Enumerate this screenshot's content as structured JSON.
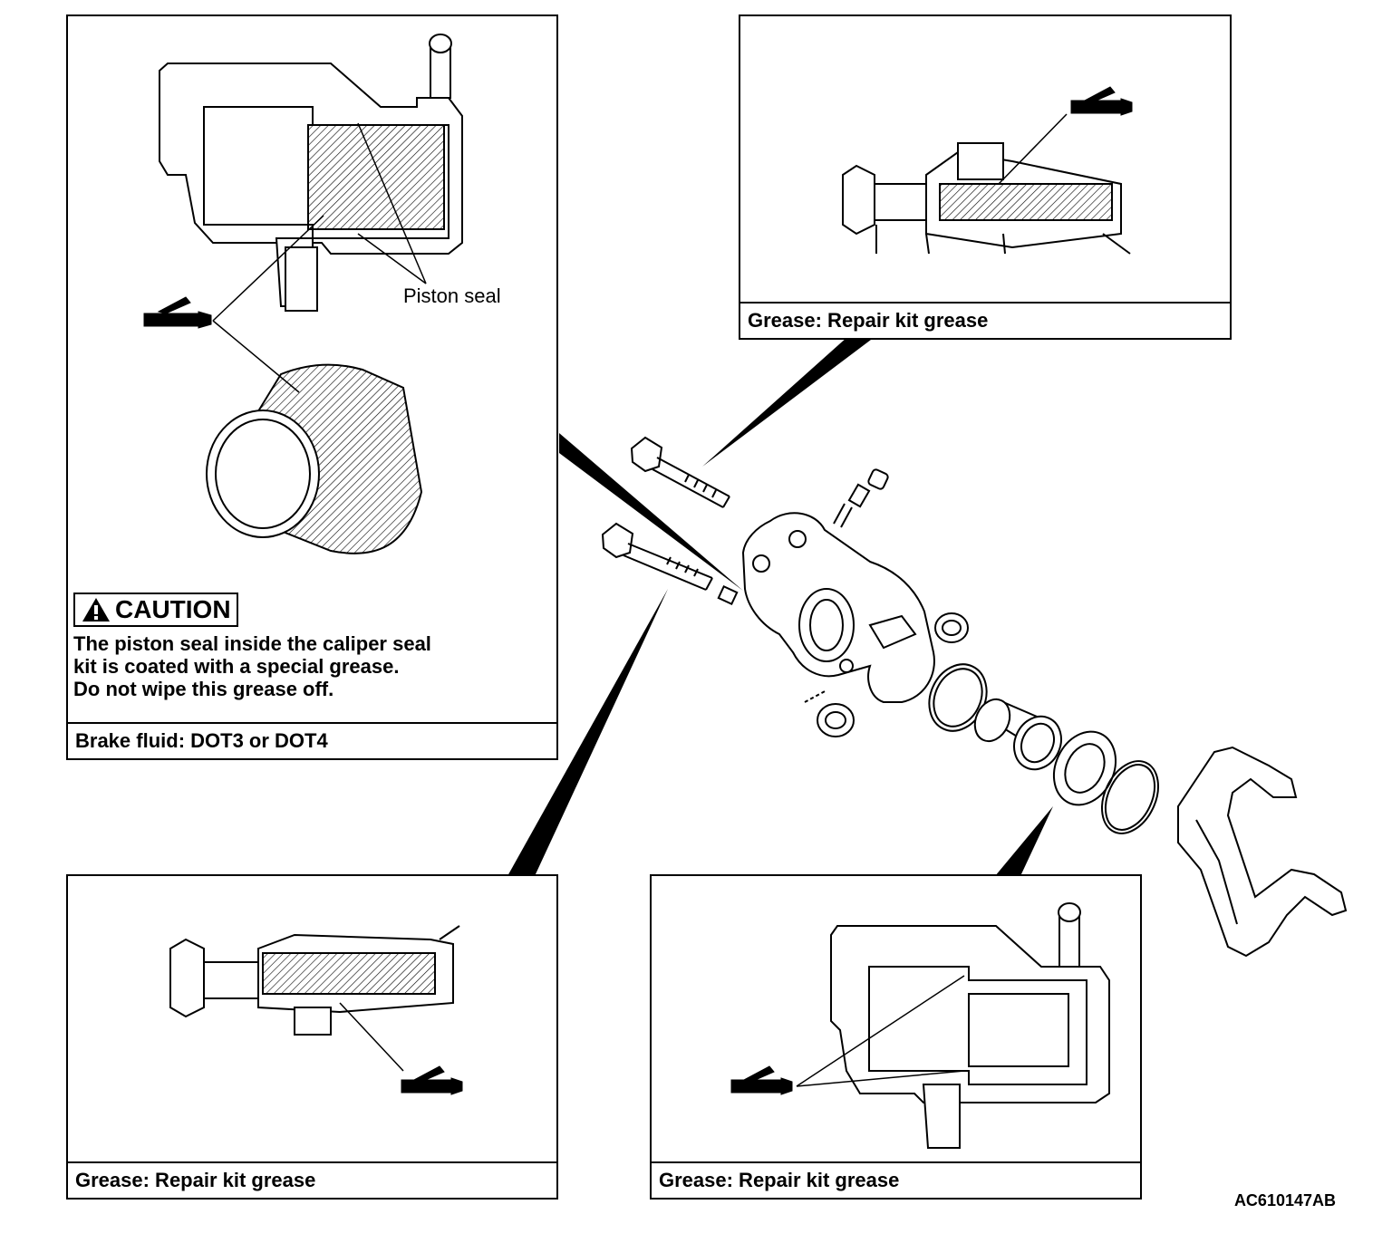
{
  "panels": {
    "top_left": {
      "piston_seal_label": "Piston seal",
      "caution_heading": "CAUTION",
      "caution_lines": [
        "The piston seal inside the caliper seal",
        "kit is coated with a special grease.",
        "Do not wipe this grease off."
      ],
      "caption": "Brake fluid: DOT3 or DOT4"
    },
    "top_right": {
      "caption": "Grease: Repair kit grease"
    },
    "bottom_left": {
      "caption": "Grease: Repair kit grease"
    },
    "bottom_right": {
      "caption": "Grease: Repair kit grease"
    }
  },
  "figure_id": "AC610147AB",
  "icons": [
    "grease-gun-icon",
    "warning-triangle-icon"
  ]
}
